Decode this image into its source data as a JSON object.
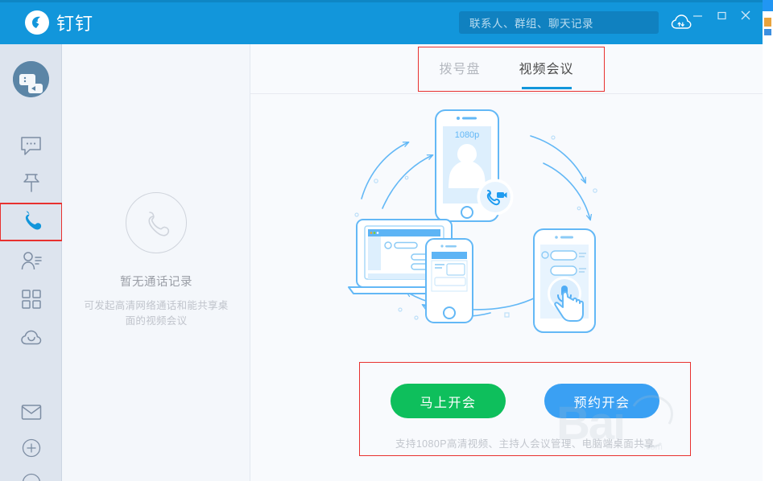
{
  "app": {
    "title": "钉钉",
    "brand_color": "#1296db",
    "logo_icon": "dingtalk-logo-icon"
  },
  "titlebar": {
    "search": {
      "placeholder": "联系人、群组、聊天记录",
      "value": "",
      "icon": "search-input"
    },
    "cloud_button_icon": "cloud-sync-icon",
    "window_controls": [
      {
        "name": "minimize",
        "icon": "minimize-icon",
        "label": "—"
      },
      {
        "name": "maximize",
        "icon": "maximize-icon",
        "label": "□"
      },
      {
        "name": "close",
        "icon": "close-icon",
        "label": "✕"
      }
    ]
  },
  "sidebar": {
    "background": "#dde4ee",
    "avatar": {
      "name": "user-avatar",
      "icon": "avatar-image"
    },
    "items": [
      {
        "id": "messages",
        "icon": "chat-bubble-icon",
        "active": false
      },
      {
        "id": "pin",
        "icon": "pin-icon",
        "active": false
      },
      {
        "id": "phone",
        "icon": "phone-icon",
        "active": true
      },
      {
        "id": "contacts",
        "icon": "contacts-icon",
        "active": false
      },
      {
        "id": "workbench",
        "icon": "grid-apps-icon",
        "active": false
      },
      {
        "id": "drive",
        "icon": "cloud-drive-icon",
        "active": false
      }
    ],
    "bottom_items": [
      {
        "id": "mail",
        "icon": "mail-envelope-icon"
      },
      {
        "id": "add",
        "icon": "plus-circle-icon"
      },
      {
        "id": "more",
        "icon": "more-ellipsis-circle-icon"
      }
    ],
    "active_highlight_color": "#e8312f",
    "active_icon_color": "#1296db"
  },
  "calllog": {
    "empty_state": {
      "icon": "phone-outline-circle-icon",
      "title": "暂无通话记录",
      "description": "可发起高清网络通话和能共享桌面的视频会议"
    }
  },
  "main": {
    "tabs": [
      {
        "id": "dialpad",
        "label": "拨号盘",
        "active": false
      },
      {
        "id": "video-meeting",
        "label": "视频会议",
        "active": true
      }
    ],
    "tabs_annotation": {
      "color": "#e8312f",
      "name": "tabs-red-highlight"
    },
    "illustration": {
      "name": "video-meeting-illustration",
      "phone_quality_label": "1080p",
      "elements": [
        "phone-video-call",
        "laptop-screen-share",
        "phone-overlay",
        "phone-voice-input",
        "flow-arrows"
      ],
      "line_color": "#63b8f6"
    },
    "cta": {
      "annotation_color": "#e8312f",
      "buttons": [
        {
          "id": "start-meeting",
          "label": "马上开会",
          "color": "#0ebf5c"
        },
        {
          "id": "schedule-meeting",
          "label": "预约开会",
          "color": "#3aa0f3"
        }
      ],
      "note": "支持1080P高清视频、主持人会议管理、电脑端桌面共享"
    },
    "watermark": {
      "text": "Bai",
      "name": "baidu-watermark"
    }
  }
}
